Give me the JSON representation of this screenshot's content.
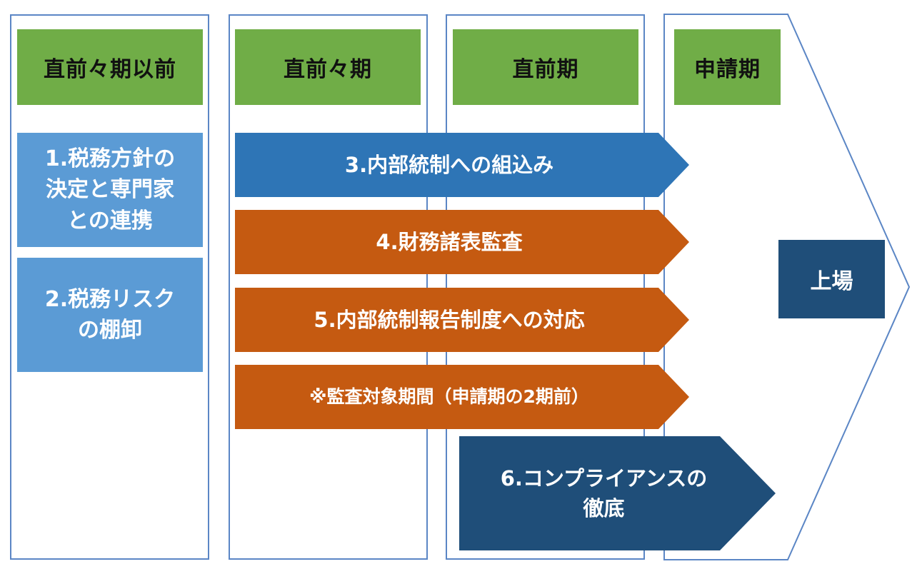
{
  "colors": {
    "column_border": "#5b86c5",
    "header_green": "#70ad47",
    "light_blue": "#5b9bd5",
    "mid_blue": "#2e75b6",
    "orange": "#c55a11",
    "navy": "#1f4e79"
  },
  "headers": {
    "col1": "直前々期以前",
    "col2": "直前々期",
    "col3": "直前期",
    "col4": "申請期"
  },
  "left_boxes": {
    "box1": "1.税務方針の\n決定と専門家\nとの連携",
    "box2": "2.税務リスク\nの棚卸"
  },
  "arrows": {
    "a3": "3.内部統制への組込み",
    "a4": "4.財務諸表監査",
    "a5": "5.内部統制報告制度への対応",
    "a_note": "※監査対象期間（申請期の2期前）",
    "a6": "6.コンプライアンスの\n徹底"
  },
  "goal": {
    "label": "上場"
  }
}
